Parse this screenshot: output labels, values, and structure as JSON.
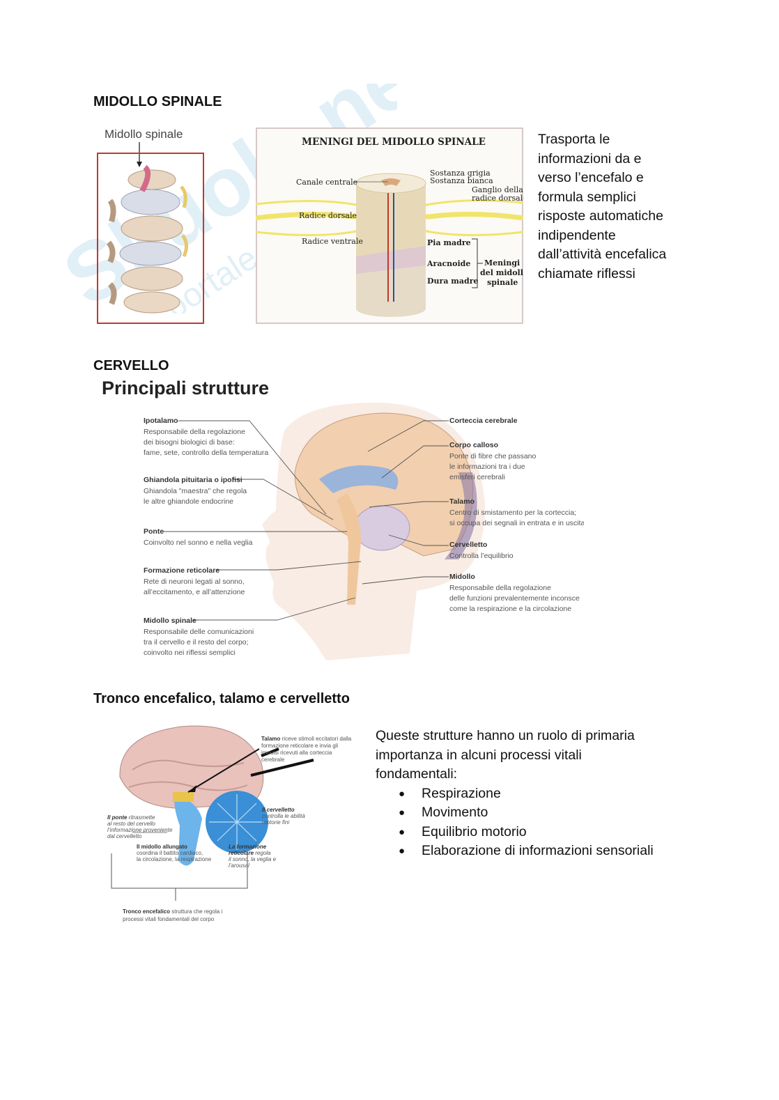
{
  "watermark": {
    "brand": "Skuola.net",
    "tagline": "il portale dello studente"
  },
  "section_spinal": {
    "heading": "MIDOLLO SPINALE",
    "fig1_label": "Midollo spinale",
    "fig2": {
      "title": "MENINGI DEL MIDOLLO SPINALE",
      "labels": {
        "canale": "Canale centrale",
        "grigia": "Sostanza grigia",
        "bianca": "Sostanza bianca",
        "ganglio1": "Ganglio della",
        "ganglio2": "radice dorsale",
        "dorsale": "Radice dorsale",
        "ventrale": "Radice ventrale",
        "pia": "Pia madre",
        "aracnoide": "Aracnoide",
        "dura": "Dura madre",
        "meningi1": "Meningi",
        "meningi2": "del midollo",
        "meningi3": "spinale"
      }
    },
    "text_lines": [
      "Trasporta le",
      "informazioni da e",
      "verso l’encefalo e",
      "formula semplici",
      "risposte automatiche",
      "indipendente",
      "dall’attività encefalica",
      "chiamate riflessi"
    ]
  },
  "section_brain": {
    "heading": "CERVELLO",
    "fig_title": "Principali strutture",
    "left_labels": [
      {
        "name": "Ipotalamo",
        "desc": [
          "Responsabile della regolazione",
          "dei bisogni biologici di base:",
          "fame, sete, controllo della temperatura"
        ]
      },
      {
        "name": "Ghiandola pituitaria o ipofisi",
        "desc": [
          "Ghiandola \"maestra\" che regola",
          "le altre ghiandole endocrine"
        ]
      },
      {
        "name": "Ponte",
        "desc": [
          "Coinvolto nel sonno e nella veglia"
        ]
      },
      {
        "name": "Formazione reticolare",
        "desc": [
          "Rete di neuroni legati al sonno,",
          "all’eccitamento, e all’attenzione"
        ]
      },
      {
        "name": "Midollo spinale",
        "desc": [
          "Responsabile delle comunicazioni",
          "tra il cervello e il resto del corpo;",
          "coinvolto nei riflessi semplici"
        ]
      }
    ],
    "right_labels": [
      {
        "name": "Corteccia cerebrale",
        "desc": []
      },
      {
        "name": "Corpo calloso",
        "desc": [
          "Ponte di fibre che passano",
          "le informazioni tra i due",
          "emisferi cerebrali"
        ]
      },
      {
        "name": "Talamo",
        "desc": [
          "Centro di smistamento per la corteccia;",
          "si occupa dei segnali in entrata e in uscita"
        ]
      },
      {
        "name": "Cervelletto",
        "desc": [
          "Controlla l’equilibrio"
        ]
      },
      {
        "name": "Midollo",
        "desc": [
          "Responsabile della regolazione",
          "delle funzioni prevalentemente inconsce",
          "come la respirazione e la circolazione"
        ]
      }
    ]
  },
  "section_stem": {
    "heading": "Tronco encefalico, talamo e cervelletto",
    "fig": {
      "talamo_bold": "Talamo",
      "talamo_text": [
        " riceve stimoli eccitatori dalla",
        "formazione reticolare e invia gli",
        "impulsi ricevuti alla corteccia",
        "cerebrale"
      ],
      "ponte_bold": "Il ponte",
      "ponte_text": [
        " ritrasmette",
        "al resto del cervello",
        "l’informazione proveniente",
        "dal cervelletto"
      ],
      "cervelletto_bold": "Il cervelletto",
      "cervelletto_text": [
        "controlla le abilità",
        "motorie fini"
      ],
      "midollo_bold": "Il midollo allungato",
      "midollo_text": [
        "coordina il battito cardiaco,",
        "la circolazione, la respirazione"
      ],
      "formazione_bold1": "La formazione",
      "formazione_bold2": "reticolare",
      "formazione_text": [
        " regola",
        "il sonno, la veglia e",
        "l’arousal"
      ],
      "tronco_bold": "Tronco encefalico",
      "tronco_text": [
        " struttura che regola i",
        "processi vitali fondamentali del corpo"
      ]
    },
    "intro_lines": [
      "Queste strutture hanno un ruolo di primaria",
      "importanza in alcuni processi vitali",
      "fondamentali:"
    ],
    "bullets": [
      "Respirazione",
      "Movimento",
      "Equilibrio motorio",
      "Elaborazione di informazioni sensoriali"
    ]
  }
}
